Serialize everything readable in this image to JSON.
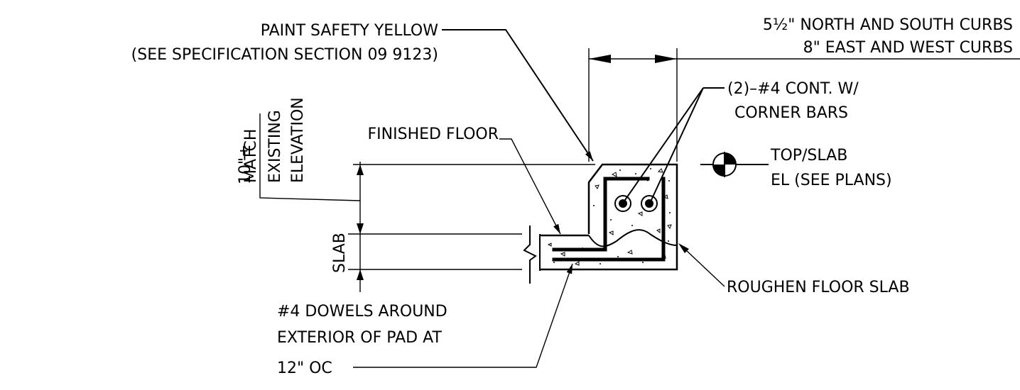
{
  "notes": {
    "paint_line1": "PAINT SAFETY YELLOW",
    "paint_line2": "(SEE SPECIFICATION SECTION 09 9123)",
    "width_line1": "5½\" NORTH AND SOUTH CURBS",
    "width_line2": "8\" EAST AND WEST CURBS",
    "rebar_line1": "(2)–#4 CONT. W/",
    "rebar_line2": "CORNER BARS",
    "finished_floor": "FINISHED FLOOR",
    "roughen": "ROUGHEN FLOOR SLAB",
    "dowels_line1": "#4 DOWELS AROUND",
    "dowels_line2": "EXTERIOR OF PAD AT",
    "dowels_line3": "12\" OC",
    "height_dim": "10\"±",
    "match_line1": "MATCH",
    "match_line2": "EXISTING",
    "match_line3": "ELEVATION",
    "slab": "SLAB",
    "elev_top": "TOP/SLAB",
    "elev_bottom": "EL (SEE PLANS)"
  },
  "colors": {
    "line": "#000000",
    "background": "#ffffff"
  }
}
